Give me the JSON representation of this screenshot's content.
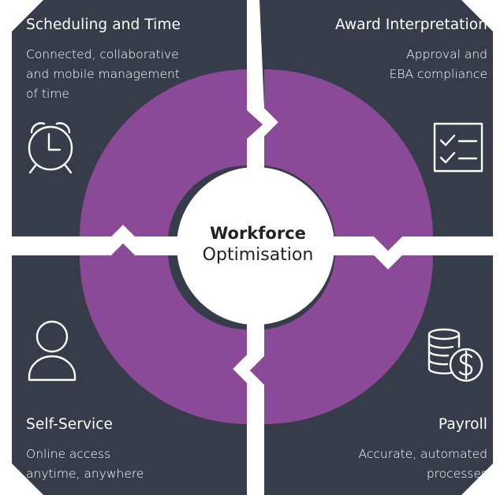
{
  "center": {
    "title_bold": "Workforce",
    "title_light": "Optimisation"
  },
  "quadrants": {
    "top_left": {
      "title": "Scheduling and Time",
      "desc_lines": [
        "Connected, collaborative",
        "and mobile management",
        "of time"
      ],
      "icon": "alarm-clock-icon"
    },
    "top_right": {
      "title": "Award Interpretation",
      "desc_lines": [
        "Approval and",
        "EBA compliance"
      ],
      "icon": "checklist-icon"
    },
    "bottom_left": {
      "title": "Self-Service",
      "desc_lines": [
        "Online access",
        "anytime, anywhere"
      ],
      "icon": "user-icon"
    },
    "bottom_right": {
      "title": "Payroll",
      "desc_lines": [
        "Accurate, automated",
        "processes"
      ],
      "icon": "coins-dollar-icon"
    }
  },
  "colors": {
    "panel": "#373c4b",
    "ring": "#8b4a97",
    "text": "#ffffff",
    "center_text": "#222222"
  }
}
